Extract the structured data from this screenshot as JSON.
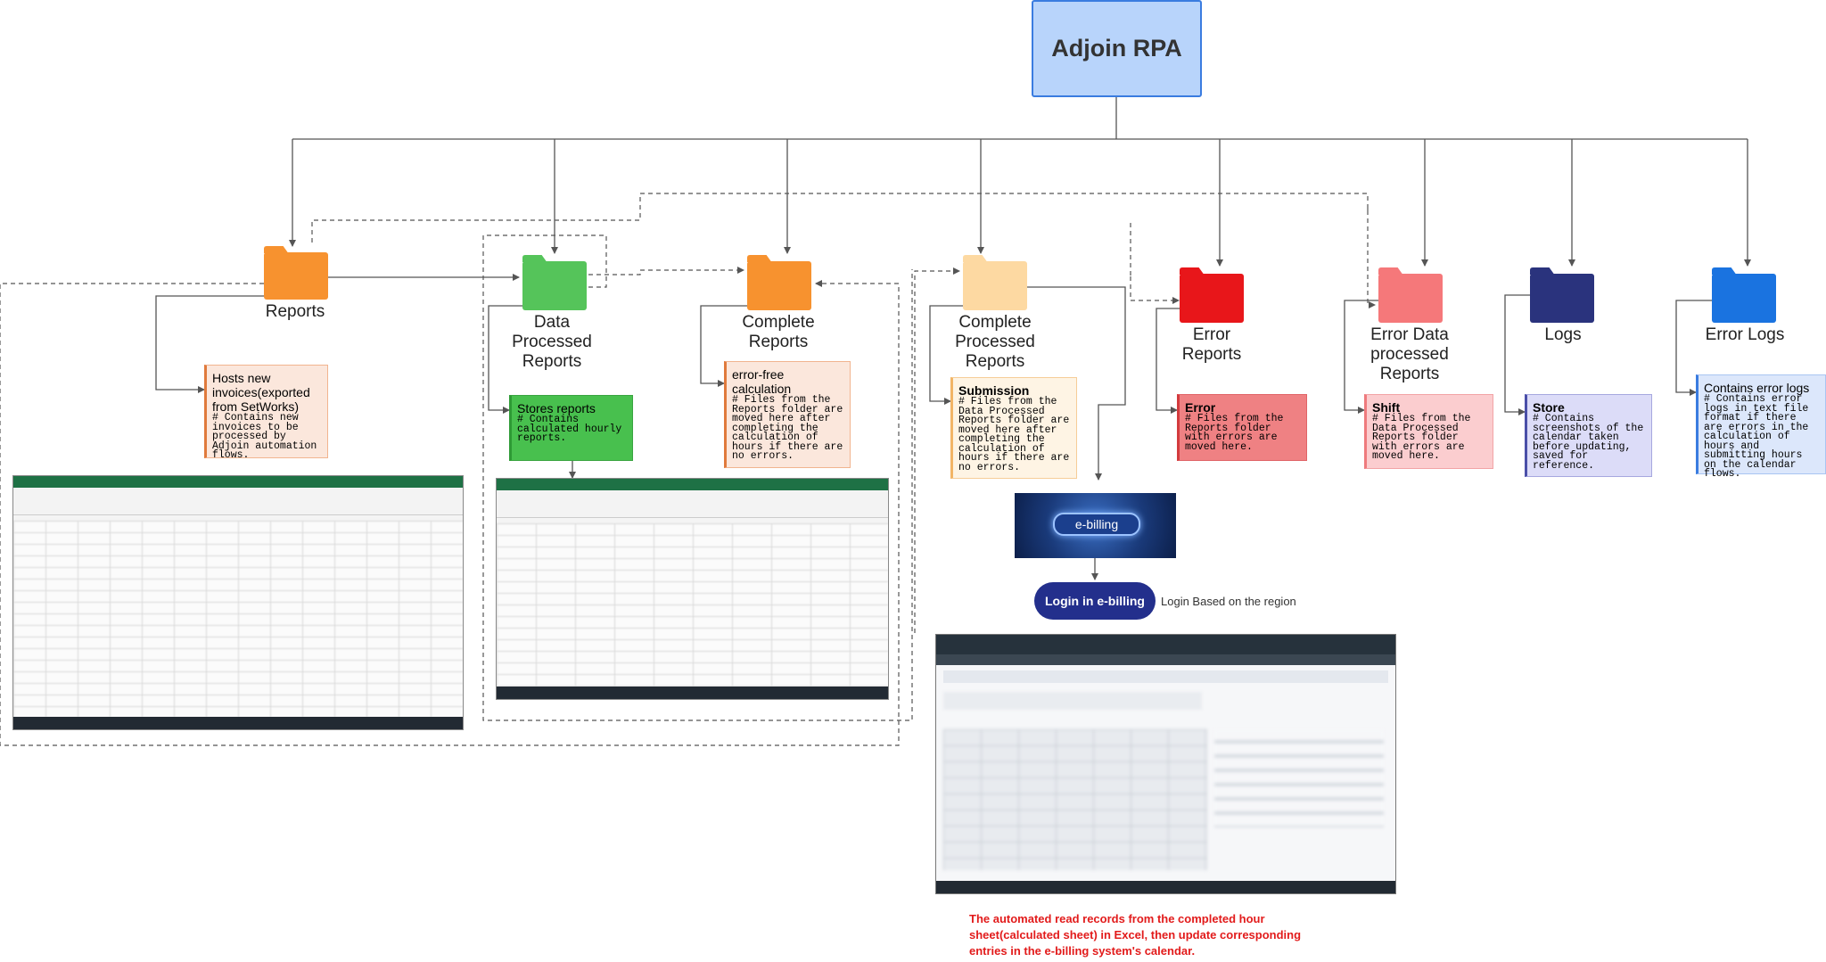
{
  "title": "Adjoin RPA",
  "folders": {
    "reports": "Reports",
    "data_processed": "Data\nProcessed\nReports",
    "complete": "Complete\nReports",
    "complete_processed": "Complete\nProcessed\nReports",
    "error": "Error\nReports",
    "error_data": "Error Data\nprocessed\nReports",
    "logs": "Logs",
    "error_logs": "Error Logs"
  },
  "notes": {
    "reports": {
      "heading": "Hosts new invoices(exported from SetWorks)",
      "body": "# Contains new invoices to be processed by Adjoin automation flows."
    },
    "data_processed": {
      "heading": "Stores reports",
      "body": "# Contains calculated hourly reports."
    },
    "complete": {
      "heading": "error-free calculation",
      "body": "# Files from the Reports folder are moved here after completing the calculation of hours if there are no errors."
    },
    "complete_processed": {
      "heading": "Submission",
      "body": "# Files from the Data Processed Reports folder are moved here after completing the calculation of hours if there are no errors."
    },
    "error": {
      "heading": "Error",
      "body": "# Files from the Reports folder with errors are moved here."
    },
    "error_data": {
      "heading": "Shift",
      "body": "# Files from the Data Processed Reports folder with errors are moved here."
    },
    "logs": {
      "heading": "Store",
      "body": "# Contains screenshots of the calendar taken before updating, saved for reference."
    },
    "error_logs": {
      "heading": "Contains error logs",
      "body": "# Contains error logs in text file format if there are errors in the calculation of hours and submitting hours on the calendar flows."
    }
  },
  "ebilling": {
    "badge": "e-billing",
    "login_button": "Login in e-billing",
    "login_note": "Login Based on the region"
  },
  "bottom_note": "The automated read records from the completed hour sheet(calculated sheet) in Excel, then update corresponding entries in the e-billing system's calendar.",
  "colors": {
    "reports": "#f7922f",
    "data_processed": "#55c45a",
    "complete": "#f7922f",
    "complete_processed": "#fdd9a2",
    "error": "#e8161a",
    "error_data": "#f5787a",
    "logs": "#2a337d",
    "error_logs": "#1a73e0",
    "title_fill": "#b8d4fb",
    "bottom_note": "#e21b1b"
  }
}
